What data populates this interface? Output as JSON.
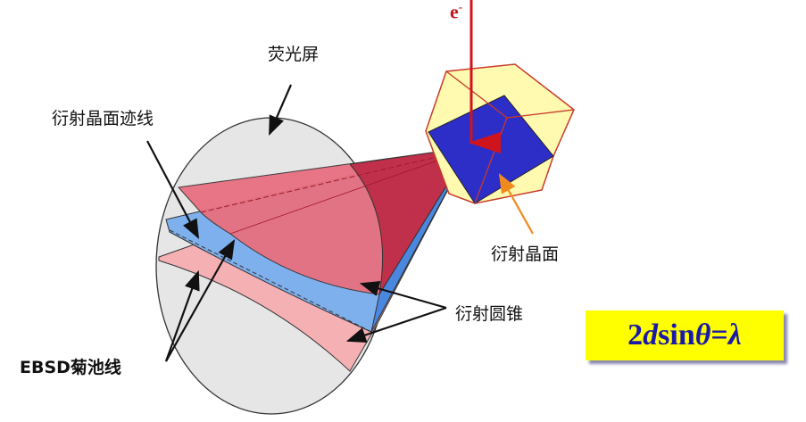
{
  "labels": {
    "screen": "荧光屏",
    "plane_trace": "衍射晶面迹线",
    "diffraction_plane": "衍射晶面",
    "diffraction_cone": "衍射圆锥",
    "kikuchi_lines": "EBSD菊池线",
    "electron": "e",
    "electron_charge": "-"
  },
  "formula": {
    "coef": "2",
    "d": "d",
    "sin": "sin",
    "theta": "θ",
    "eq": "=",
    "lambda": "λ"
  },
  "colors": {
    "beam": "#d0141c",
    "cone_red": "#c8344f",
    "cone_pink": "#f08a90",
    "cone_blue": "#5a96e6",
    "crystal_blue": "#2d2dc8",
    "crystal_yellow": "#fffab0",
    "formula_bg": "#ffff00",
    "formula_text": "#1a1aa8",
    "arrow_orange": "#f08a1c"
  }
}
